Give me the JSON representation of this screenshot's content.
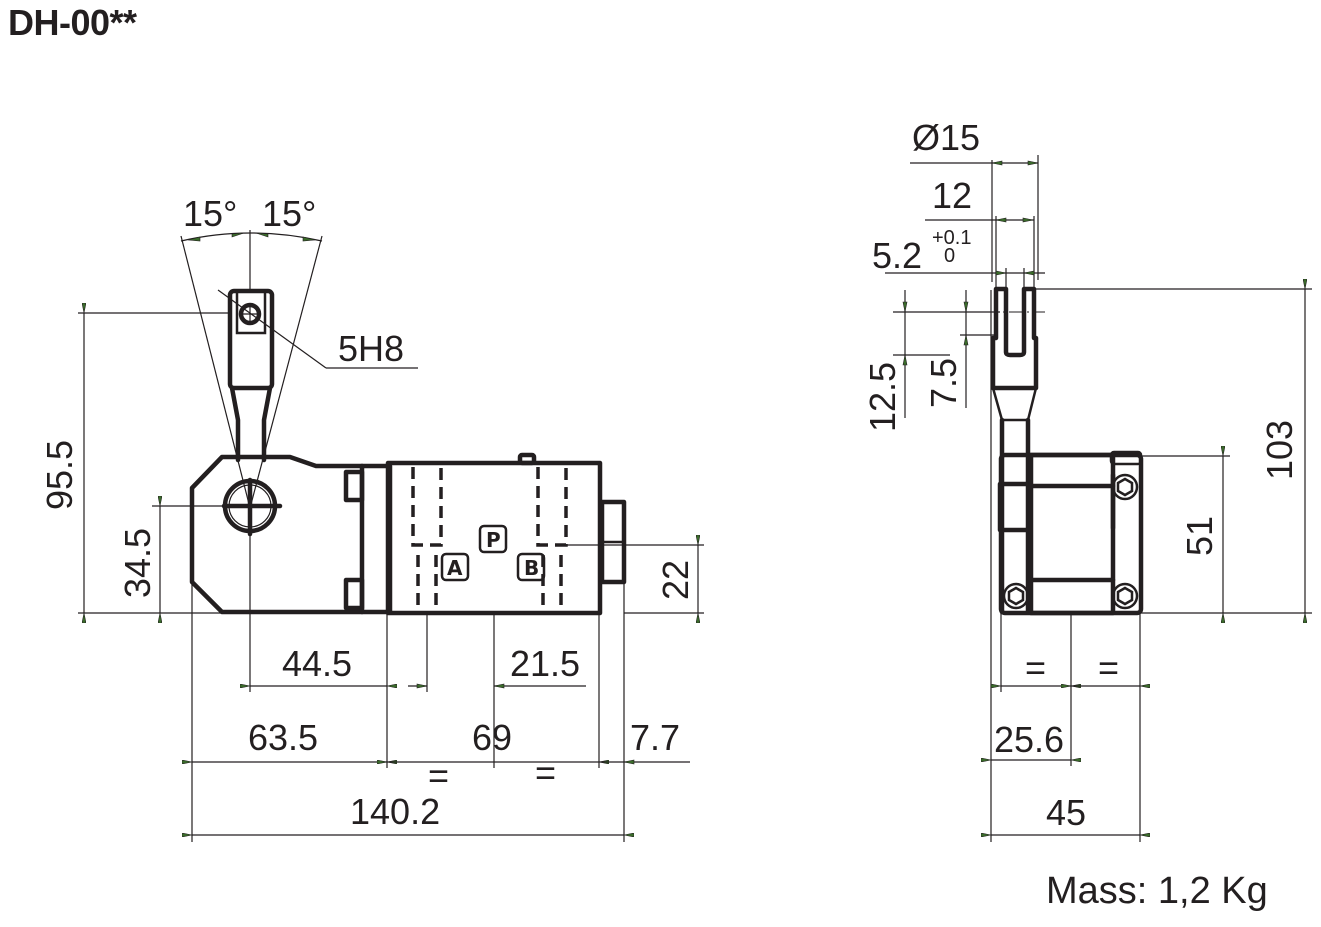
{
  "title": "DH-00**",
  "mass_label": "Mass: 1,2 Kg",
  "front_view": {
    "angle_left": "15°",
    "angle_right": "15°",
    "hole_callout": "5H8",
    "dim_height_total": "95.5",
    "dim_height_pivot": "34.5",
    "dim_port_height": "22",
    "dim_pivot_to_body": "44.5",
    "dim_port_offset": "21.5",
    "dim_handle_section": "63.5",
    "dim_body_width": "69",
    "dim_plug": "7.7",
    "dim_overall_length": "140.2",
    "equal_left": "=",
    "equal_right": "=",
    "ports": {
      "a": "A",
      "p": "P",
      "b": "B"
    }
  },
  "side_view": {
    "dim_diameter": "Ø15",
    "dim_fork_width": "12",
    "dim_slot": "5.2",
    "dim_slot_tol_upper": "+0.1",
    "dim_slot_tol_lower": "0",
    "dim_slot_depth": "12.5",
    "dim_hole_pos": "7.5",
    "dim_total_height": "103",
    "dim_body_height": "51",
    "equal_left": "=",
    "equal_right": "=",
    "dim_handle_offset": "25.6",
    "dim_overall_width": "45"
  },
  "colors": {
    "line": "#231f20",
    "arrow": "#3a6b2a",
    "background": "#ffffff"
  }
}
